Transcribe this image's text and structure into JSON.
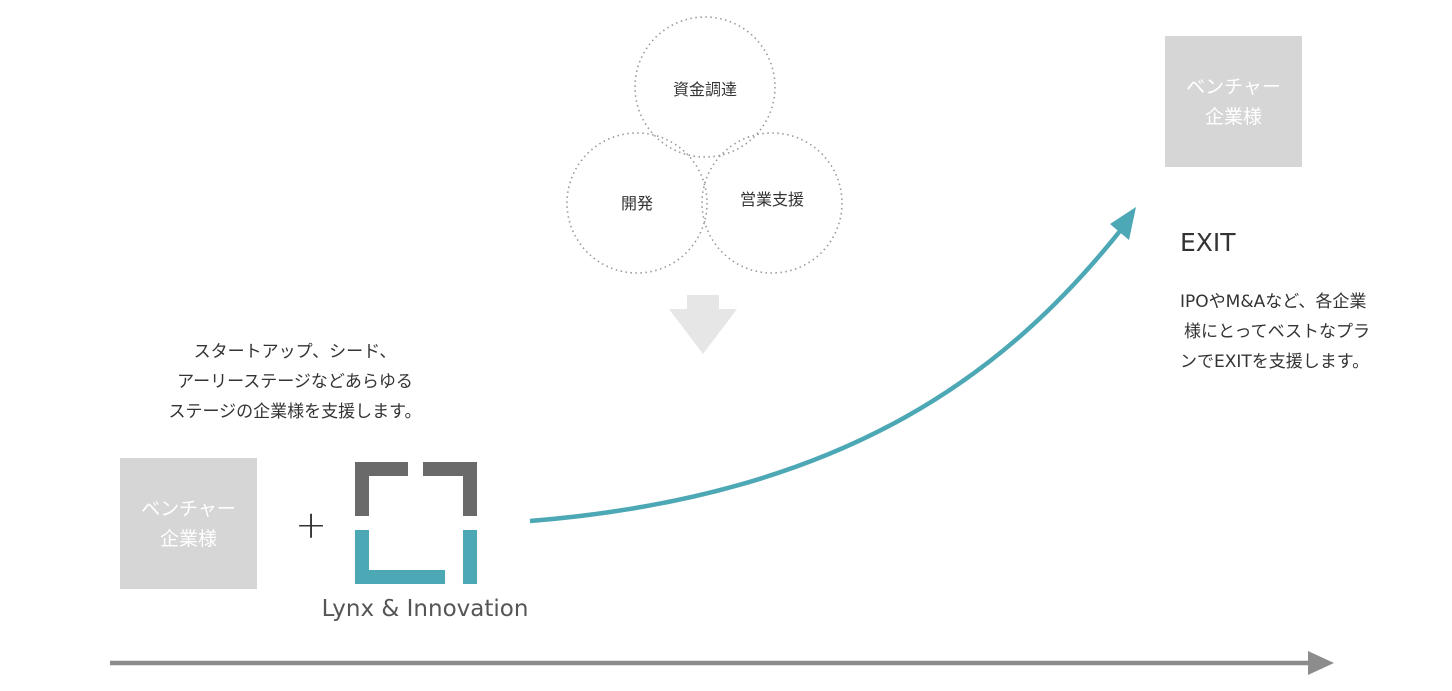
{
  "circles": {
    "top": "資金調達",
    "left": "開発",
    "right": "営業支援"
  },
  "stage_text": {
    "line1": "スタートアップ、シード、",
    "line2": "アーリーステージなどあらゆる",
    "line3": "ステージの企業様を支援します。"
  },
  "venture_start": {
    "line1": "ベンチャー",
    "line2": "企業様"
  },
  "venture_end": {
    "line1": "ベンチャー",
    "line2": "企業様"
  },
  "plus": "+",
  "logo": {
    "name": "Lynx & Innovation"
  },
  "exit": {
    "title": "EXIT",
    "line1": "IPOやM&Aなど、各企業",
    "line2": "様にとってベストなプラ",
    "line3": "ンでEXITを支援します。"
  },
  "colors": {
    "teal": "#4da8b5",
    "logo_gray": "#6a6a6a",
    "box_gray": "#d6d6d6",
    "arrow_gray": "#8c8c8c",
    "down_arrow": "#e6e6e6"
  }
}
